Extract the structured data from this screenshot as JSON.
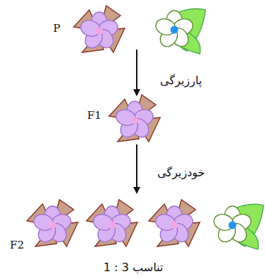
{
  "diagram": {
    "labels": [
      "P",
      "پارزیرگی",
      "F1",
      "خودزیرگی",
      "F2",
      "تناسب 3 : 1"
    ]
  }
}
